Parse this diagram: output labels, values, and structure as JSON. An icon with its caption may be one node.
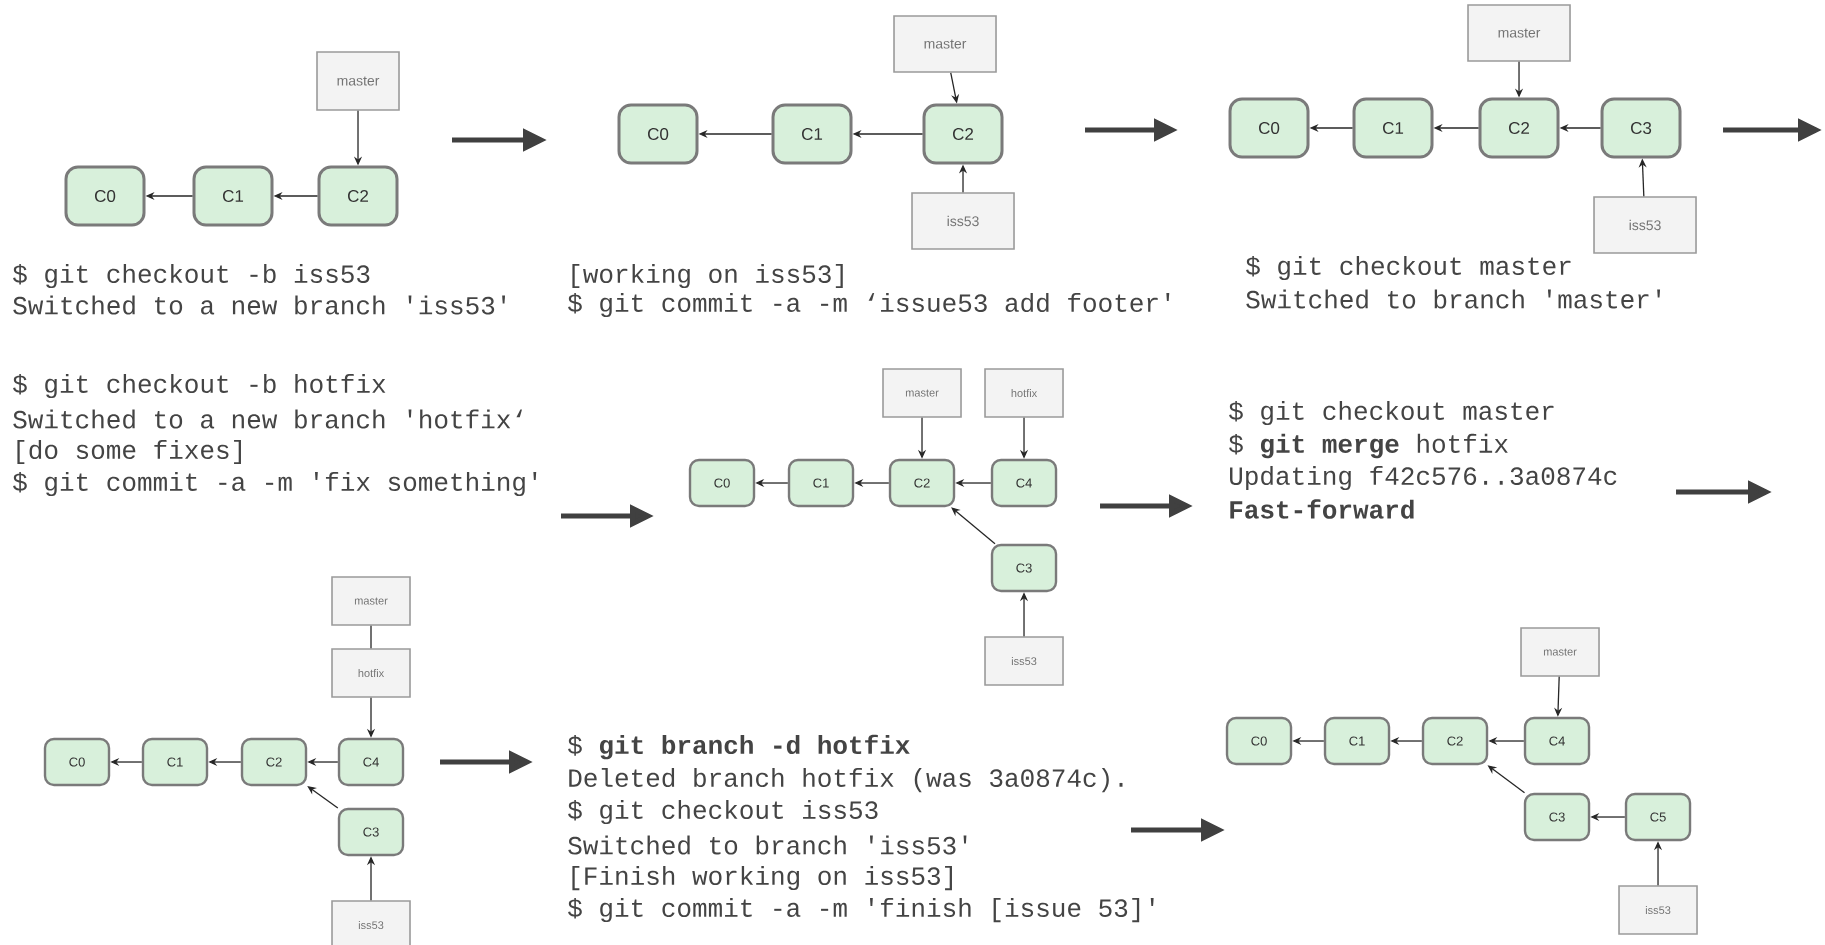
{
  "diagram": {
    "nodes": [
      {
        "text": [
          "master"
        ]
      },
      {
        "text": [
          "C0"
        ]
      },
      {
        "text": [
          "C1"
        ]
      },
      {
        "text": [
          "C2"
        ]
      },
      {
        "text": [
          "master"
        ]
      },
      {
        "text": [
          "C0"
        ]
      },
      {
        "text": [
          "C1"
        ]
      },
      {
        "text": [
          "C2"
        ]
      },
      {
        "text": [
          "iss53"
        ]
      },
      {
        "text": [
          "master"
        ]
      },
      {
        "text": [
          "C0"
        ]
      },
      {
        "text": [
          "C1"
        ]
      },
      {
        "text": [
          "C2"
        ]
      },
      {
        "text": [
          "C3"
        ]
      },
      {
        "text": [
          "iss53"
        ]
      },
      {
        "text": [
          "master"
        ]
      },
      {
        "text": [
          "hotfix"
        ]
      },
      {
        "text": [
          "C0"
        ]
      },
      {
        "text": [
          "C1"
        ]
      },
      {
        "text": [
          "C2"
        ]
      },
      {
        "text": [
          "C4"
        ]
      },
      {
        "text": [
          "C3"
        ]
      },
      {
        "text": [
          "iss53"
        ]
      },
      {
        "text": [
          "master"
        ]
      },
      {
        "text": [
          "hotfix"
        ]
      },
      {
        "text": [
          "C0"
        ]
      },
      {
        "text": [
          "C1"
        ]
      },
      {
        "text": [
          "C2"
        ]
      },
      {
        "text": [
          "C4"
        ]
      },
      {
        "text": [
          "C3"
        ]
      },
      {
        "text": [
          "iss53"
        ]
      },
      {
        "text": [
          "master"
        ]
      },
      {
        "text": [
          "C0"
        ]
      },
      {
        "text": [
          "C1"
        ]
      },
      {
        "text": [
          "C2"
        ]
      },
      {
        "text": [
          "C4"
        ]
      },
      {
        "text": [
          "C3"
        ]
      },
      {
        "text": [
          "C5"
        ]
      },
      {
        "text": [
          "iss53"
        ]
      }
    ],
    "edges": [
      {
        "from": 0,
        "to": 3,
        "arrow": "to"
      },
      {
        "from": 2,
        "to": 1,
        "arrow": "to"
      },
      {
        "from": 3,
        "to": 2,
        "arrow": "to"
      },
      {
        "from": 4,
        "to": 7,
        "arrow": "to"
      },
      {
        "from": 8,
        "to": 7,
        "arrow": "to"
      },
      {
        "from": 6,
        "to": 5,
        "arrow": "to"
      },
      {
        "from": 7,
        "to": 6,
        "arrow": "to"
      },
      {
        "from": 9,
        "to": 12,
        "arrow": "to"
      },
      {
        "from": 14,
        "to": 13,
        "arrow": "to"
      },
      {
        "from": 11,
        "to": 10,
        "arrow": "to"
      },
      {
        "from": 12,
        "to": 11,
        "arrow": "to"
      },
      {
        "from": 13,
        "to": 12,
        "arrow": "to"
      },
      {
        "from": 15,
        "to": 19,
        "arrow": "to"
      },
      {
        "from": 16,
        "to": 20,
        "arrow": "to"
      },
      {
        "from": 18,
        "to": 17,
        "arrow": "to"
      },
      {
        "from": 19,
        "to": 18,
        "arrow": "to"
      },
      {
        "from": 20,
        "to": 19,
        "arrow": "to"
      },
      {
        "from": 21,
        "to": 19,
        "arrow": "to"
      },
      {
        "from": 22,
        "to": 21,
        "arrow": "to"
      },
      {
        "from": 23,
        "to": 24,
        "arrow": "none"
      },
      {
        "from": 24,
        "to": 28,
        "arrow": "to"
      },
      {
        "from": 26,
        "to": 25,
        "arrow": "to"
      },
      {
        "from": 27,
        "to": 26,
        "arrow": "to"
      },
      {
        "from": 28,
        "to": 27,
        "arrow": "to"
      },
      {
        "from": 29,
        "to": 27,
        "arrow": "to"
      },
      {
        "from": 30,
        "to": 29,
        "arrow": "to"
      },
      {
        "from": 31,
        "to": 35,
        "arrow": "to"
      },
      {
        "from": 33,
        "to": 32,
        "arrow": "to"
      },
      {
        "from": 34,
        "to": 33,
        "arrow": "to"
      },
      {
        "from": 35,
        "to": 34,
        "arrow": "to"
      },
      {
        "from": 36,
        "to": 34,
        "arrow": "to"
      },
      {
        "from": 37,
        "to": 36,
        "arrow": "to"
      },
      {
        "from": 38,
        "to": 37,
        "arrow": "to"
      }
    ],
    "labels": [
      "$ git checkout -b iss53",
      "Switched to a new branch 'iss53'",
      "[working on iss53]",
      "$ git commit -a -m ‘issue53 add footer'",
      "$ git checkout master",
      "Switched to branch 'master'",
      "$ git checkout -b hotfix",
      "Switched to a new branch 'hotfix‘",
      "[do some fixes]",
      "$ git commit -a -m 'fix something'",
      "$ git checkout master",
      "$ **git merge** hotfix",
      "Updating f42c576..3a0874c",
      "Fast-forward",
      "$ **git branch -d hotfix**",
      "Deleted branch hotfix (was 3a0874c).",
      "$ git checkout iss53",
      "Switched to branch 'iss53'",
      "[Finish working on iss53]",
      "$ git commit -a -m 'finish [issue 53]'"
    ]
  }
}
